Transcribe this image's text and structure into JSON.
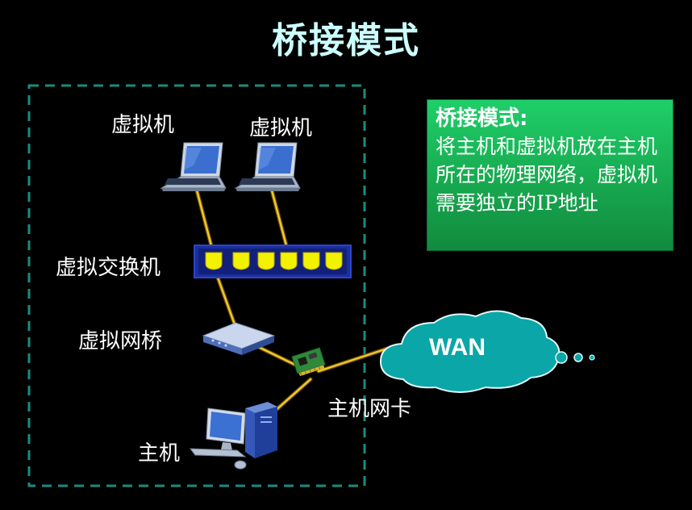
{
  "title": "桥接模式",
  "labels": {
    "vm1": "虚拟机",
    "vm2": "虚拟机",
    "virtual_switch": "虚拟交换机",
    "virtual_bridge": "虚拟网桥",
    "host_nic": "主机网卡",
    "host": "主机",
    "wan": "WAN"
  },
  "info_box": {
    "title": "桥接模式:",
    "body": "将主机和虚拟机放在主机所在的物理网络，虚拟机需要独立的IP地址"
  },
  "colors": {
    "title": "#ccffff",
    "dashed_border": "#1a8c7d",
    "info_bg": "#19b856",
    "cable": "#e8b820",
    "switch_body": "#1b2f9e",
    "port": "#f2f200",
    "cloud": "#0aa6a8"
  }
}
